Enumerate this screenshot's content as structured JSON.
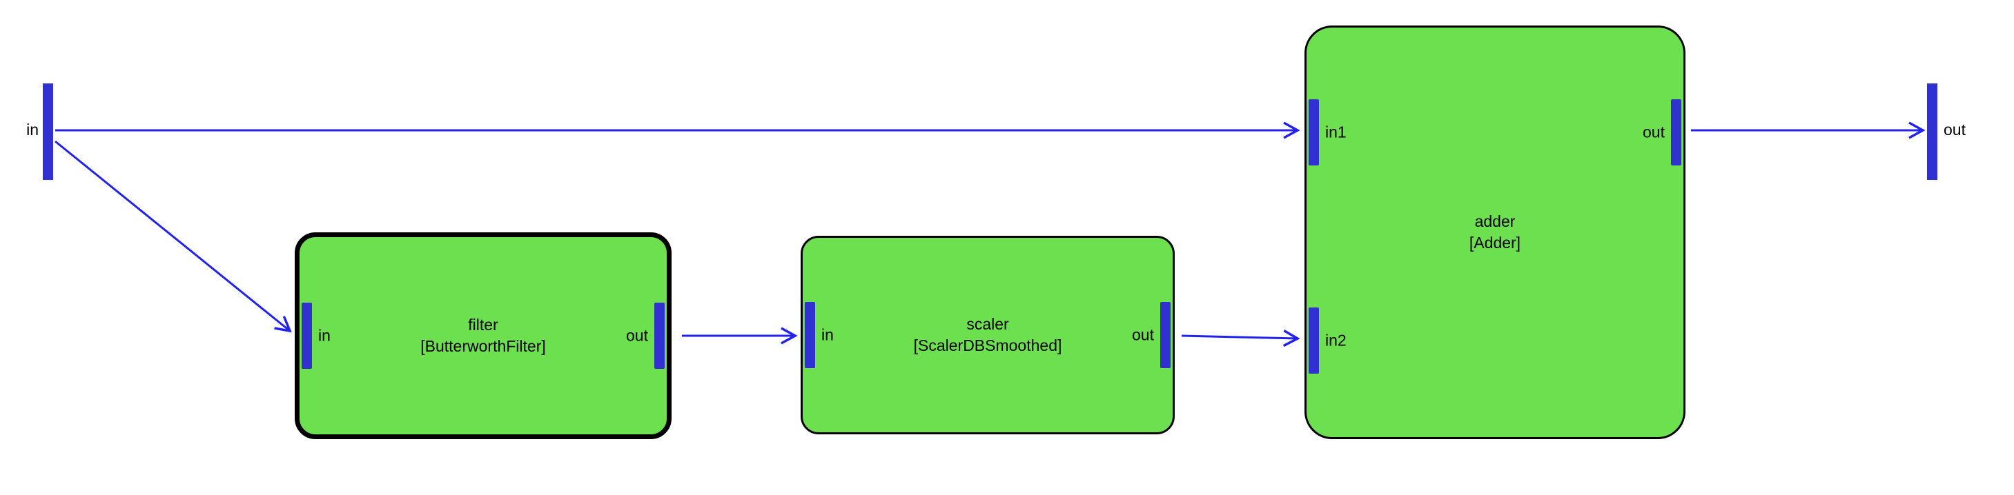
{
  "diagram": {
    "colors": {
      "node_fill": "#6ce04f",
      "port_blue": "#3131d0",
      "wire_blue": "#2222ee",
      "selected_border": "#000000",
      "background": "#ffffff"
    },
    "external_input": {
      "label": "in"
    },
    "external_output": {
      "label": "out"
    },
    "nodes": [
      {
        "name": "filter",
        "class": "[ButterworthFilter]",
        "selected": true,
        "ports": [
          {
            "id": "in",
            "label": "in"
          },
          {
            "id": "out",
            "label": "out"
          }
        ]
      },
      {
        "name": "scaler",
        "class": "[ScalerDBSmoothed]",
        "selected": false,
        "ports": [
          {
            "id": "in",
            "label": "in"
          },
          {
            "id": "out",
            "label": "out"
          }
        ]
      },
      {
        "name": "adder",
        "class": "[Adder]",
        "selected": false,
        "ports": [
          {
            "id": "in1",
            "label": "in1"
          },
          {
            "id": "in2",
            "label": "in2"
          },
          {
            "id": "out",
            "label": "out"
          }
        ]
      }
    ],
    "connections": [
      {
        "from": "in",
        "to": "adder.in1"
      },
      {
        "from": "in",
        "to": "filter.in"
      },
      {
        "from": "filter.out",
        "to": "scaler.in"
      },
      {
        "from": "scaler.out",
        "to": "adder.in2"
      },
      {
        "from": "adder.out",
        "to": "out"
      }
    ]
  }
}
